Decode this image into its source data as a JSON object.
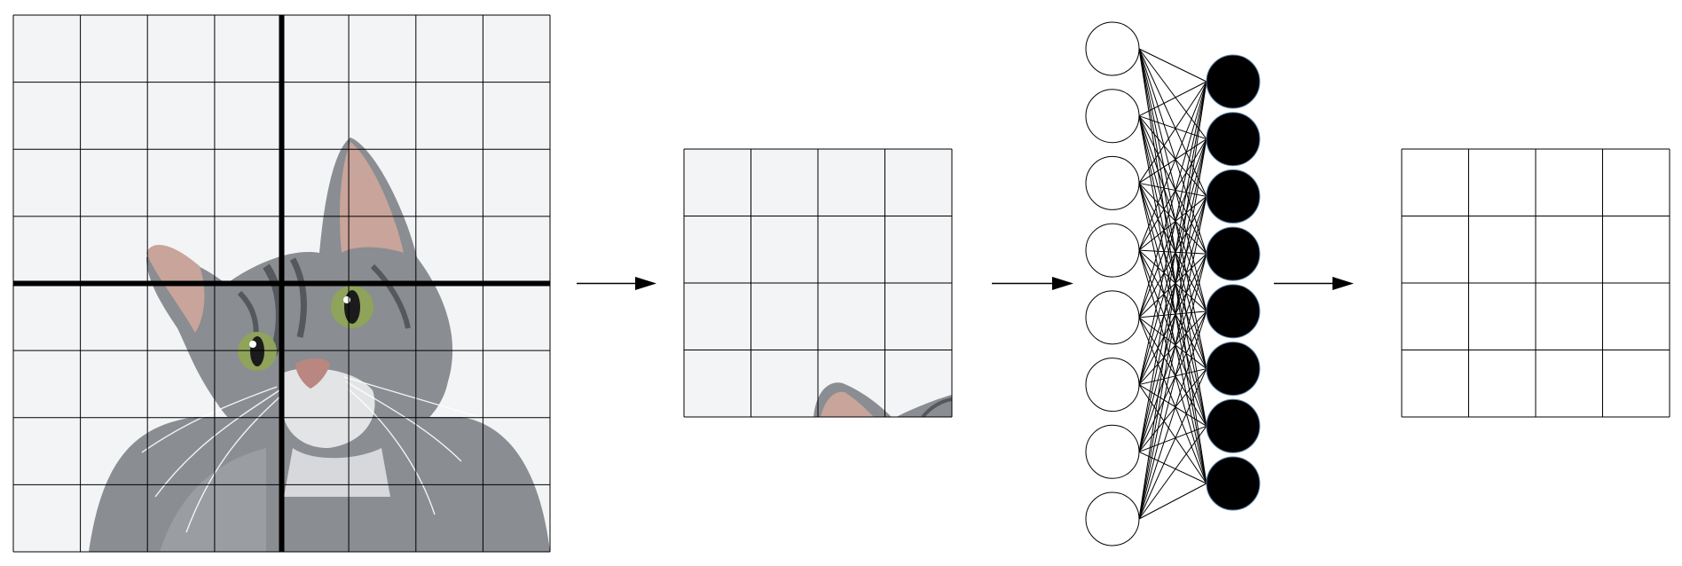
{
  "diagram": {
    "description_free": true,
    "stages": [
      {
        "kind": "image-grid",
        "rows": 8,
        "cols": 8,
        "subject": "tabby-cat-photo",
        "quadrant_split": true
      },
      {
        "kind": "patch-grid",
        "rows": 4,
        "cols": 4,
        "subject": "cat-ear-patch"
      },
      {
        "kind": "neural-network",
        "input_nodes": 8,
        "output_nodes": 8,
        "connectivity": "fully-connected"
      },
      {
        "kind": "output-grid",
        "rows": 4,
        "cols": 4
      }
    ],
    "colors": {
      "grid_fill": "#f3f4f6",
      "grid_line": "#000000",
      "output_node": "#000000",
      "output_node_border": "#5b7fa6",
      "input_node": "#ffffff",
      "cat_gray": "#8a8d92",
      "cat_dark": "#55585d",
      "cat_light": "#c8c9cc",
      "ear_pink": "#c9a49a",
      "eye_green": "#8fa35a",
      "nose_pink": "#b98780"
    },
    "icons": [
      "arrow-right-icon",
      "arrow-right-icon",
      "arrow-right-icon"
    ]
  }
}
